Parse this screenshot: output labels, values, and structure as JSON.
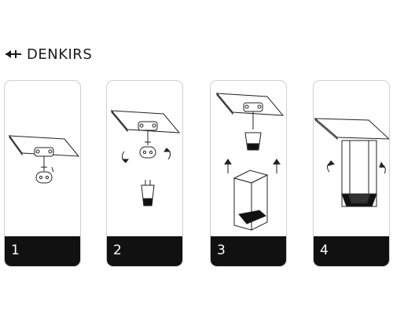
{
  "brand": {
    "name": "DENKIRS",
    "logo_icon": "denkirs-logo-icon"
  },
  "steps": [
    {
      "number": "1"
    },
    {
      "number": "2"
    },
    {
      "number": "3"
    },
    {
      "number": "4"
    }
  ],
  "colors": {
    "ink": "#1a1a1a",
    "step_bar": "#111111",
    "panel_border": "#cfcfcf"
  }
}
